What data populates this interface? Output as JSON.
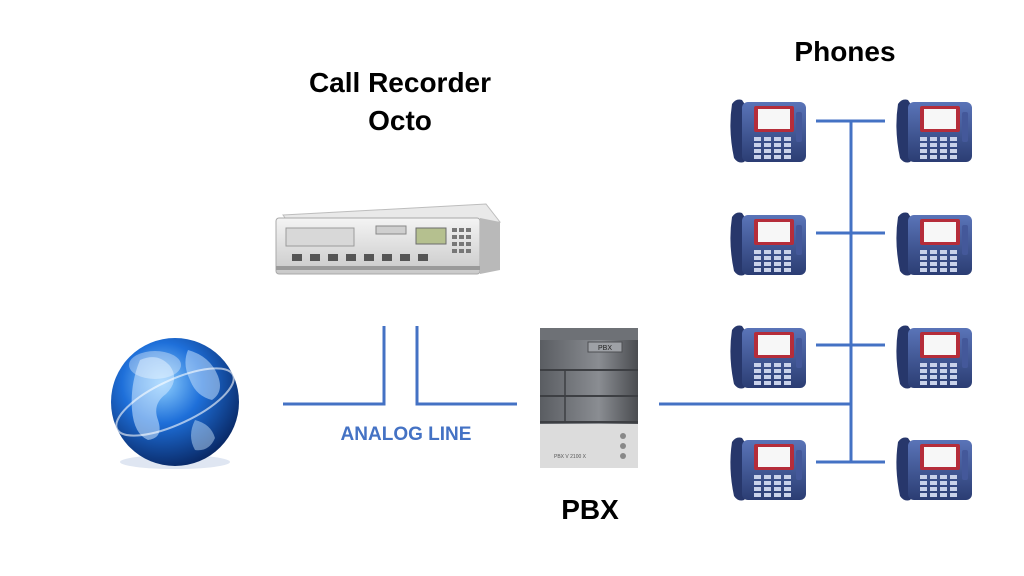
{
  "diagram": {
    "recorder_title_line1": "Call Recorder",
    "recorder_title_line2": "Octo",
    "phones_title": "Phones",
    "pbx_title": "PBX",
    "analog_label": "ANALOG LINE",
    "pbx_badge": "PBX",
    "pbx_model": "PBX V 2100 X",
    "line_color": "#4472c4"
  },
  "phones": [
    {
      "id": "phone-1"
    },
    {
      "id": "phone-2"
    },
    {
      "id": "phone-3"
    },
    {
      "id": "phone-4"
    },
    {
      "id": "phone-5"
    },
    {
      "id": "phone-6"
    },
    {
      "id": "phone-7"
    },
    {
      "id": "phone-8"
    }
  ]
}
